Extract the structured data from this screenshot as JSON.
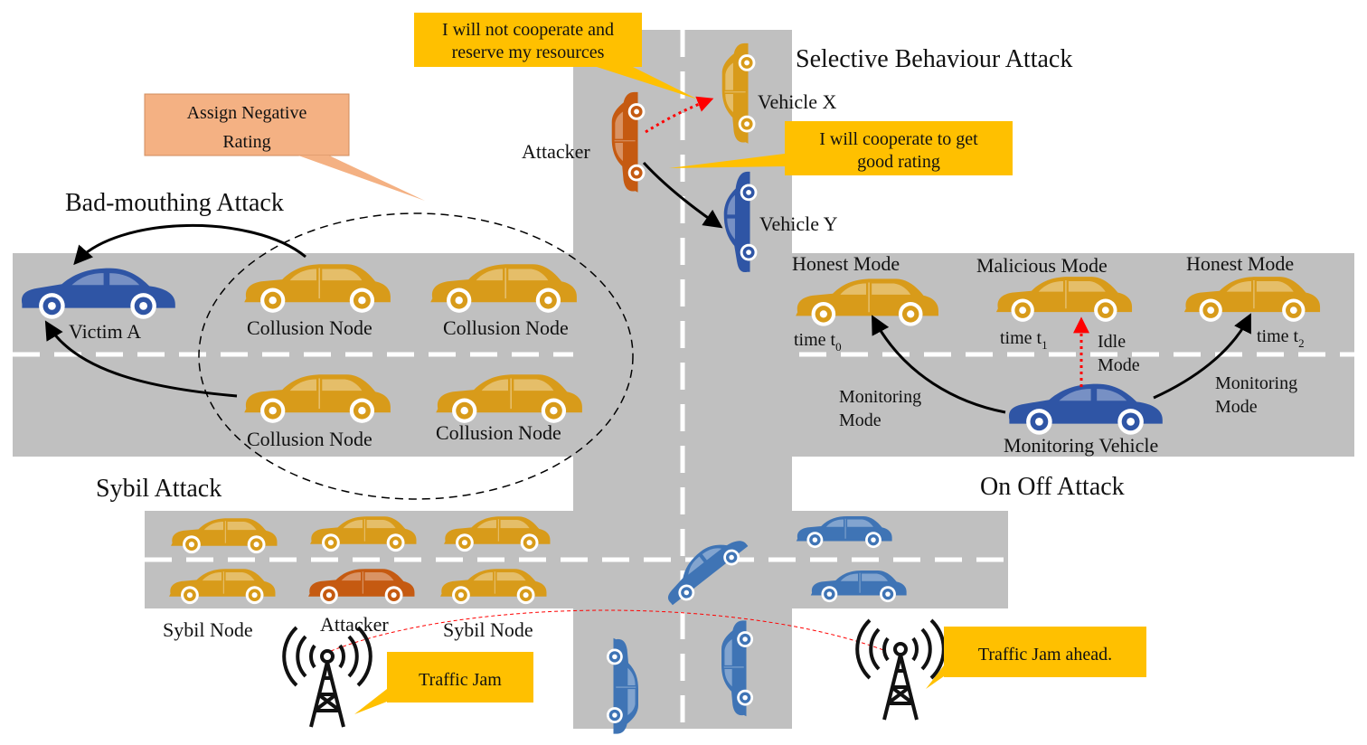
{
  "attacks": {
    "selective": "Selective Behaviour Attack",
    "badmouthing": "Bad-mouthing Attack",
    "sybil": "Sybil Attack",
    "onoff": "On Off Attack"
  },
  "callouts": {
    "not_cooperate": [
      "I will not cooperate and",
      "reserve my resources"
    ],
    "cooperate": [
      "I will cooperate to get",
      "good rating"
    ],
    "negative_rating": [
      "Assign Negative",
      "Rating"
    ],
    "traffic_jam": "Traffic Jam",
    "traffic_jam_ahead": "Traffic Jam ahead."
  },
  "vehicles": {
    "attacker_top": "Attacker",
    "vehicle_x": "Vehicle X",
    "vehicle_y": "Vehicle Y",
    "victim": "Victim A",
    "collusion": "Collusion Node",
    "sybil": "Sybil Node",
    "attacker_bottom": "Attacker",
    "monitoring_vehicle": "Monitoring Vehicle"
  },
  "onoff": {
    "honest": "Honest Mode",
    "malicious": "Malicious Mode",
    "time": "time t",
    "t0": "0",
    "t1": "1",
    "t2": "2",
    "idle": [
      "Idle",
      "Mode"
    ],
    "monitoring_mode": [
      "Monitoring",
      "Mode"
    ]
  },
  "colors": {
    "road": "#c0c0c0",
    "callout_yellow": "#ffc000",
    "callout_orange": "#f4b183",
    "car_yellow": "#d89b1a",
    "car_orange": "#c55a11",
    "car_blue": "#2f55a5",
    "car_steel": "#3f74b5",
    "arrow_red": "#ff0000"
  }
}
